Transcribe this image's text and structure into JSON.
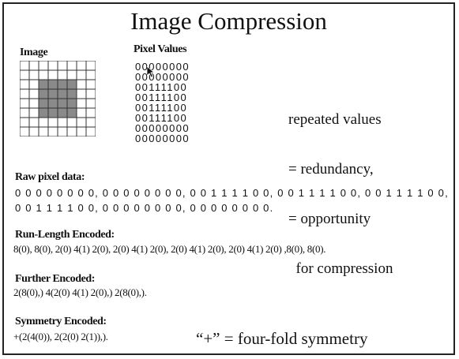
{
  "title": "Image Compression",
  "image_label": "Image",
  "pixel_values_label": "Pixel Values",
  "grid": {
    "rows": 8,
    "cols": 8,
    "line_color": "#333333",
    "fill_color": "#8a8a8a",
    "values": [
      "00000000",
      "00000000",
      "00111100",
      "00111100",
      "00111100",
      "00111100",
      "00000000",
      "00000000"
    ]
  },
  "pixel_rows": [
    "00000000",
    "00000000",
    "00111100",
    "00111100",
    "00111100",
    "00111100",
    "00000000",
    "00000000"
  ],
  "redundancy_lines": [
    "repeated values",
    "= redundancy,",
    "= opportunity",
    "  for compression"
  ],
  "raw_label": "Raw pixel data:",
  "raw_lines": [
    "0 0 0 0 0 0 0 0, 0 0 0 0 0 0 0 0, 0 0 1 1 1 1 0 0, 0 0 1 1 1 1 0 0, 0 0 1 1 1 1 0 0,",
    "0 0 1 1 1 1 0 0, 0 0 0 0 0 0 0 0, 0 0 0 0 0 0 0 0."
  ],
  "rle_label": "Run-Length Encoded:",
  "rle_text": "8(0), 8(0), 2(0) 4(1) 2(0), 2(0) 4(1) 2(0), 2(0) 4(1) 2(0), 2(0) 4(1) 2(0) ,8(0), 8(0).",
  "further_label": "Further Encoded:",
  "further_text": "2(8(0),) 4(2(0) 4(1) 2(0),) 2(8(0),).",
  "symmetry_label": "Symmetry Encoded:",
  "symmetry_text": "+(2(4(0)), 2(2(0) 2(1)),).",
  "symmetry_note": "“+” = four-fold symmetry"
}
